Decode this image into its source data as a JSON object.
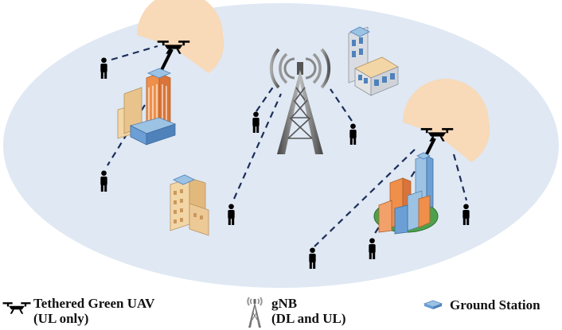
{
  "colors": {
    "coverage_ellipse": "#dfe8f3",
    "coverage_sector": "#f8d9b8",
    "link_dash": "#1c2e59",
    "tether": "#000000",
    "silhouette": "#000000",
    "building_orange": "#ef8f4a",
    "building_blue": "#6c9fd6",
    "building_beige": "#f3d6a6",
    "ground_pad": "#4da14d",
    "ground_station": "#9cc3e4"
  },
  "legend": {
    "uav_line1": "Tethered Green UAV",
    "uav_line2": "(UL only)",
    "gnb_line1": "gNB",
    "gnb_line2": "(DL and UL)",
    "ground_station": "Ground Station"
  },
  "icons": {
    "uav": "drone-icon",
    "gnb": "cell-tower-icon",
    "ground_station": "ground-station-icon",
    "user": "person-icon",
    "building": "building-icon"
  }
}
